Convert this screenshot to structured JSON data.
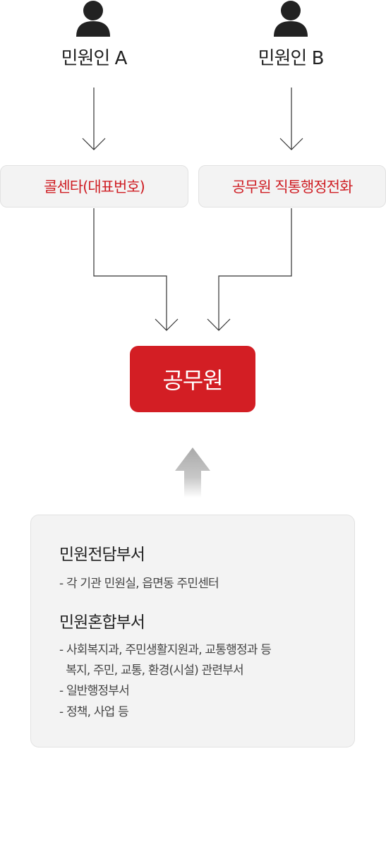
{
  "diagram": {
    "person_a": {
      "label": "민원인 A",
      "icon": "person-icon"
    },
    "person_b": {
      "label": "민원인 B",
      "icon": "person-icon"
    },
    "channel_a": {
      "label": "콜센타(대표번호)"
    },
    "channel_b": {
      "label": "공무원 직통행정전화"
    },
    "officer": {
      "label": "공무원"
    },
    "departments": {
      "dedicated": {
        "title": "민원전담부서",
        "items": [
          "- 각 기관 민원실, 읍면동 주민센터"
        ]
      },
      "mixed": {
        "title": "민원혼합부서",
        "items": [
          "- 사회복지과, 주민생활지원과, 교통행정과 등",
          "  복지, 주민, 교통, 환경(시설) 관련부서",
          "- 일반행정부서",
          "- 정책, 사업 등"
        ]
      }
    },
    "colors": {
      "accent_red": "#d31e24",
      "channel_text": "#cf1f25",
      "box_bg": "#f3f3f3",
      "arrow_gray": "#aaaaaa"
    }
  }
}
